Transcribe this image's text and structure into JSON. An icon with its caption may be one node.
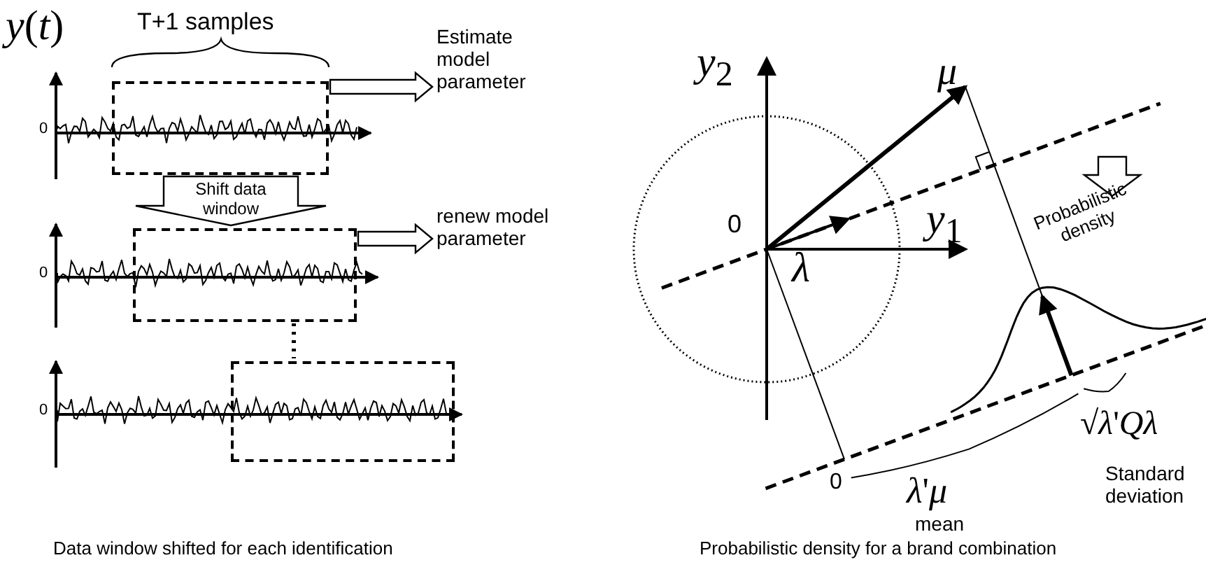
{
  "diagram": {
    "nodes": [
      {
        "text": [],
        "shape": "box"
      },
      {
        "text": [
          "Estimate model parameter"
        ]
      },
      {
        "text": [],
        "shape": "box"
      },
      {
        "text": [
          "renew model parameter"
        ]
      },
      {
        "text": [],
        "shape": "box"
      }
    ],
    "edges": [
      {
        "from": 0,
        "to": 1,
        "arrow": "to"
      },
      {
        "from": 0,
        "to": 2,
        "arrow": "to",
        "label": "Shift data window"
      },
      {
        "from": 2,
        "to": 3,
        "arrow": "to"
      },
      {
        "from": 2,
        "to": 4,
        "arrow": "none",
        "style": "dashed"
      }
    ],
    "labels": [
      "*y*(*t*)",
      "T+1 samples",
      "0",
      "0",
      "0",
      "Data window shifted for each identification",
      "*y*$_{2}$",
      "μ",
      "0",
      "λ",
      "*y*$_{1}$",
      "Probabilistic density",
      "√*λ*'*Qλ*",
      "0",
      "*λ*'*μ*",
      "mean",
      "Standard deviation",
      "Probabilistic density for a brand combination"
    ]
  }
}
